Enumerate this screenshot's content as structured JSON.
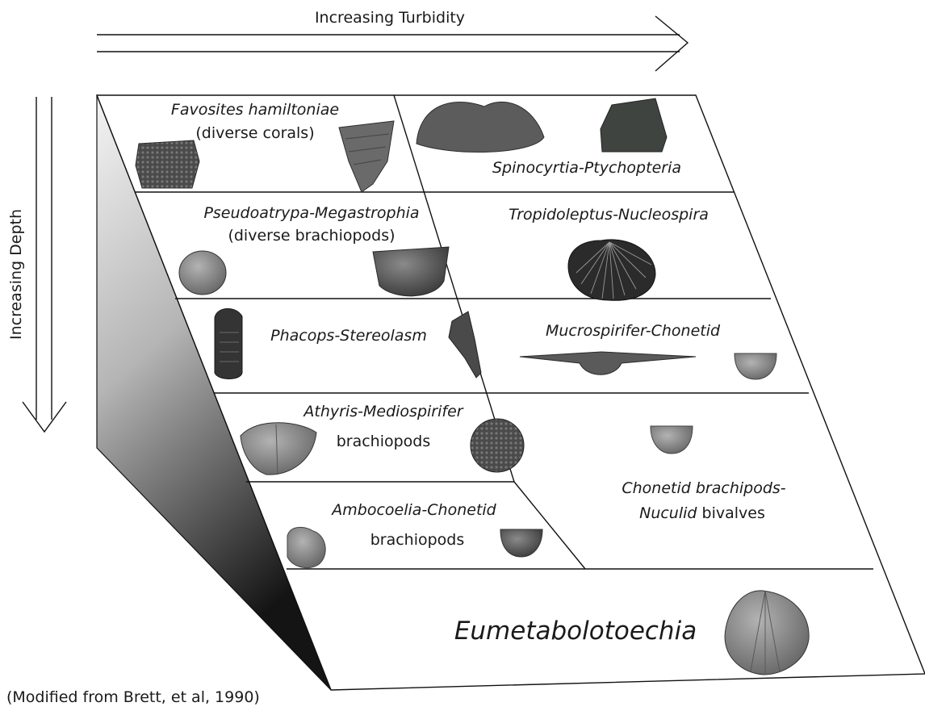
{
  "axes": {
    "turbidity": "Increasing Turbidity",
    "depth": "Increasing Depth"
  },
  "zones": {
    "favosites": {
      "name": "Favosites hamiltoniae",
      "note": "(diverse corals)"
    },
    "spinocyrtia": {
      "name": "Spinocyrtia-Ptychopteria"
    },
    "pseudoatrypa": {
      "name": "Pseudoatrypa-Megastrophia",
      "note": "(diverse brachiopods)"
    },
    "tropidoleptus": {
      "name": "Tropidoleptus-Nucleospira"
    },
    "phacops": {
      "name": "Phacops-Stereolasm"
    },
    "mucrospirifer": {
      "name": "Mucrospirifer-Chonetid"
    },
    "athyris": {
      "name": "Athyris-Mediospirifer",
      "note": "brachiopods"
    },
    "ambocoelia": {
      "name": "Ambocoelia-Chonetid",
      "note": "brachiopods"
    },
    "chonetid": {
      "name_a": "Chonetid brachipods-",
      "name_b": "Nuculid",
      "note": " bivalves"
    },
    "eumetabolotoechia": {
      "name": "Eumetabolotoechia"
    }
  },
  "credit": "(Modified from Brett, et al, 1990)",
  "colors": {
    "fossil_dark": "#3b3b3b",
    "fossil_mid": "#6b6b6b",
    "fossil_light": "#9a9a9a",
    "wedge_dark": "#151515",
    "wedge_light": "#f2f2f2"
  }
}
